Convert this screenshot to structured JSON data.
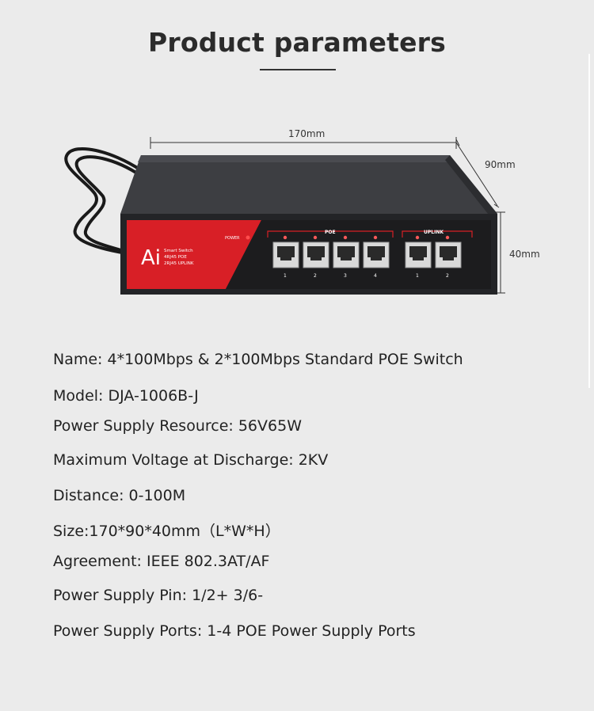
{
  "header": {
    "title": "Product parameters"
  },
  "dimensions": {
    "width": "170mm",
    "depth": "90mm",
    "height": "40mm"
  },
  "device_panel": {
    "logo": "Ai",
    "line1": "Smart Switch",
    "line2": "4RJ45 POE",
    "line3": "2RJ45 UPLINK",
    "power_label": "POWER",
    "poe_group_label": "POE",
    "uplink_group_label": "UPLINK",
    "port_numbers": [
      "1",
      "2",
      "3",
      "4",
      "1",
      "2"
    ]
  },
  "specs": [
    "Name: 4*100Mbps & 2*100Mbps Standard POE Switch",
    "Model: DJA-1006B-J",
    "Power Supply Resource: 56V65W",
    "Maximum Voltage at Discharge: 2KV",
    "Distance: 0-100M",
    "Size:170*90*40mm（L*W*H）",
    "Agreement: IEEE 802.3AT/AF",
    "Power Supply Pin: 1/2+  3/6-",
    "Power Supply Ports: 1-4 POE Power Supply Ports"
  ]
}
